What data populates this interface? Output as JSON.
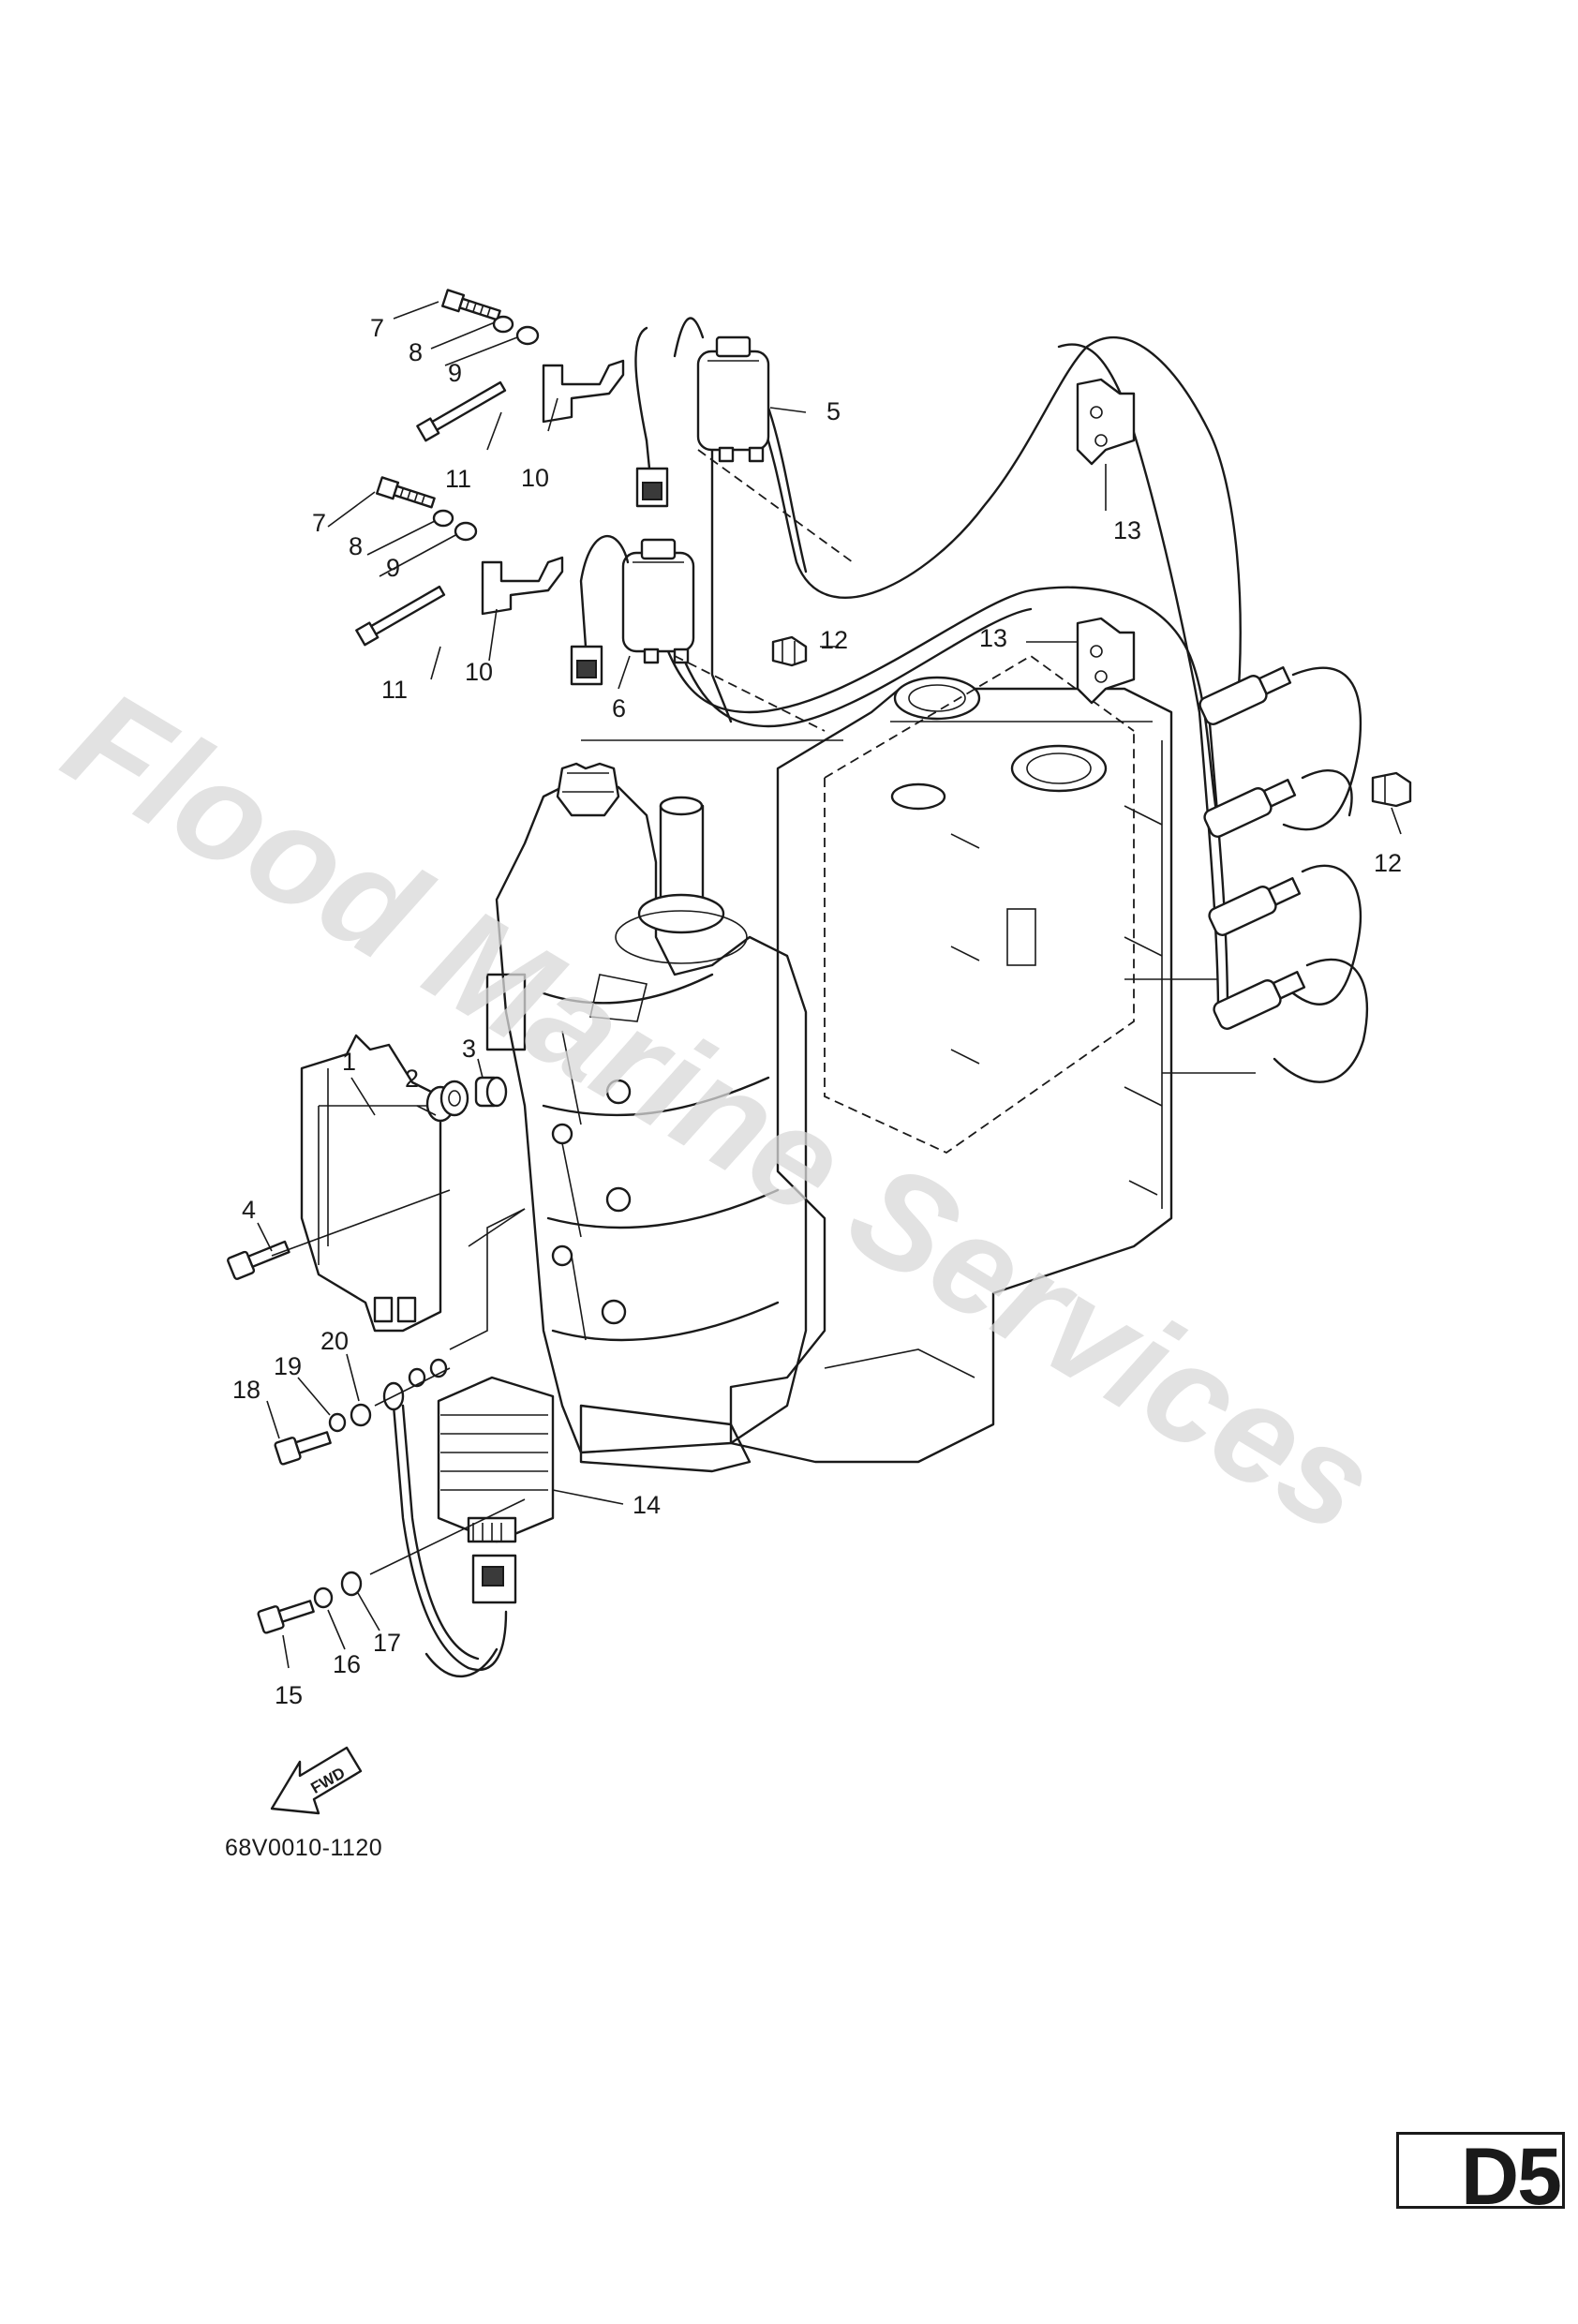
{
  "watermark": "Flood Marine Services",
  "part_number": "68V0010-1120",
  "page_code": "D5",
  "fwd_label": "FWD",
  "callouts": [
    {
      "id": "c1",
      "label": "1"
    },
    {
      "id": "c2",
      "label": "2"
    },
    {
      "id": "c3",
      "label": "3"
    },
    {
      "id": "c4",
      "label": "4"
    },
    {
      "id": "c5",
      "label": "5"
    },
    {
      "id": "c6",
      "label": "6"
    },
    {
      "id": "c7a",
      "label": "7"
    },
    {
      "id": "c7b",
      "label": "7"
    },
    {
      "id": "c8a",
      "label": "8"
    },
    {
      "id": "c8b",
      "label": "8"
    },
    {
      "id": "c9a",
      "label": "9"
    },
    {
      "id": "c9b",
      "label": "9"
    },
    {
      "id": "c10a",
      "label": "10"
    },
    {
      "id": "c10b",
      "label": "10"
    },
    {
      "id": "c11a",
      "label": "11"
    },
    {
      "id": "c11b",
      "label": "11"
    },
    {
      "id": "c12a",
      "label": "12"
    },
    {
      "id": "c12b",
      "label": "12"
    },
    {
      "id": "c13a",
      "label": "13"
    },
    {
      "id": "c13b",
      "label": "13"
    },
    {
      "id": "c14",
      "label": "14"
    },
    {
      "id": "c15",
      "label": "15"
    },
    {
      "id": "c16",
      "label": "16"
    },
    {
      "id": "c17",
      "label": "17"
    },
    {
      "id": "c18",
      "label": "18"
    },
    {
      "id": "c19",
      "label": "19"
    },
    {
      "id": "c20",
      "label": "20"
    }
  ]
}
